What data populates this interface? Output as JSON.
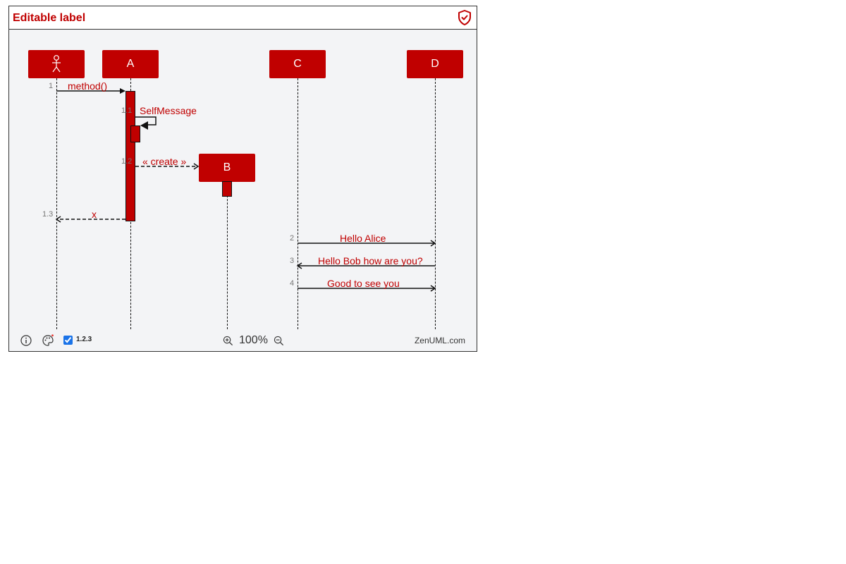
{
  "header": {
    "title": "Editable label",
    "shield_icon": "shield-check-icon"
  },
  "participants": {
    "actor": {
      "icon": "actor-icon"
    },
    "a": {
      "label": "A"
    },
    "b": {
      "label": "B"
    },
    "c": {
      "label": "C"
    },
    "d": {
      "label": "D"
    }
  },
  "messages": [
    {
      "num": "1",
      "label": "method()",
      "from": "actor",
      "to": "A",
      "style": "sync"
    },
    {
      "num": "1.1",
      "label": "SelfMessage",
      "from": "A",
      "to": "A",
      "style": "self"
    },
    {
      "num": "1.2",
      "label": "« create »",
      "from": "A",
      "to": "B",
      "style": "create"
    },
    {
      "num": "1.3",
      "label": "x",
      "from": "A",
      "to": "actor",
      "style": "return"
    },
    {
      "num": "2",
      "label": "Hello Alice",
      "from": "C",
      "to": "D",
      "style": "sync"
    },
    {
      "num": "3",
      "label": "Hello Bob how are you?",
      "from": "D",
      "to": "C",
      "style": "sync"
    },
    {
      "num": "4",
      "label": "Good to see you",
      "from": "C",
      "to": "D",
      "style": "sync"
    }
  ],
  "footer": {
    "info_icon": "info-icon",
    "theme_icon": "palette-icon",
    "seqnum_label": "1.2.3",
    "seqnum_checked": true,
    "zoom_in_icon": "zoom-in-icon",
    "zoom": "100%",
    "zoom_out_icon": "zoom-out-icon",
    "brand": "ZenUML.com"
  },
  "colors": {
    "accent": "#c00000",
    "canvas": "#f3f4f6",
    "line": "#111111"
  }
}
